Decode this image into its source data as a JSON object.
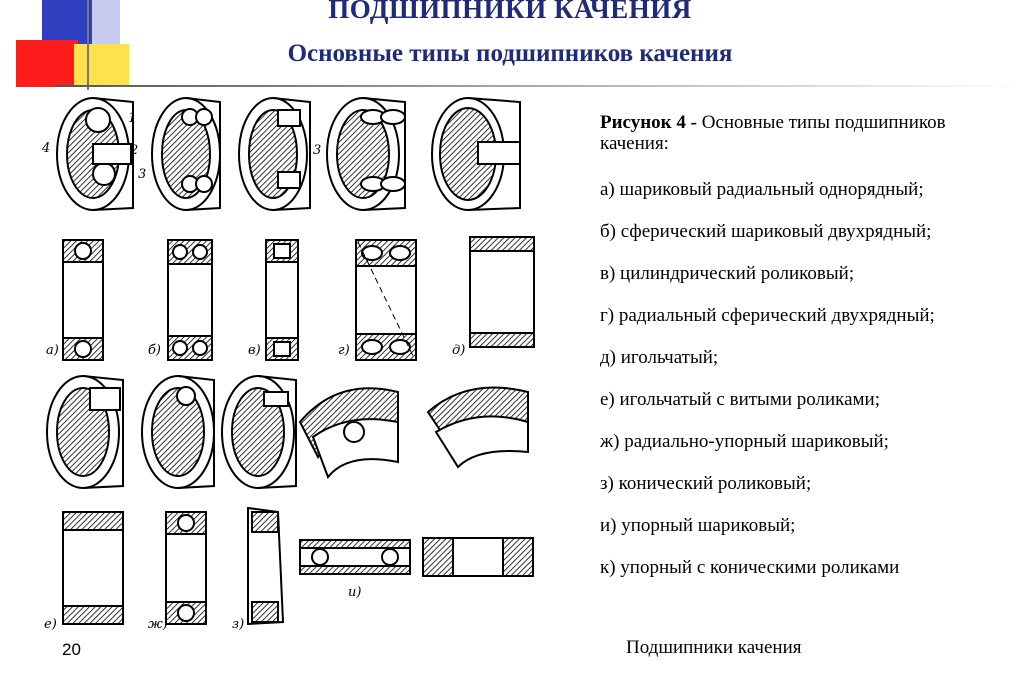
{
  "header": {
    "title": "ПОДШИПНИКИ КАЧЕНИЯ",
    "subtitle": "Основные типы подшипников качения"
  },
  "caption": {
    "label": "Рисунок 4 -",
    "text": " Основные типы подшипников качения:"
  },
  "items": [
    "а) шариковый радиальный однорядный;",
    "б) сферический шариковый двухрядный;",
    "в) цилиндрический роликовый;",
    "г) радиальный сферический двухрядный;",
    "д) игольчатый;",
    "е) игольчатый с витыми роликами;",
    "ж) радиально-упорный шариковый;",
    "з) конический роликовый;",
    "и) упорный шариковый;",
    "к) упорный с коническими роликами"
  ],
  "figure": {
    "part_numbers": [
      "1",
      "2",
      "3",
      "4",
      "3"
    ],
    "sub_labels": [
      "а)",
      "б)",
      "в)",
      "г)",
      "д)",
      "е)",
      "ж)",
      "з)",
      "и)"
    ]
  },
  "footer": {
    "page_number": "20",
    "text": "Подшипники качения"
  }
}
